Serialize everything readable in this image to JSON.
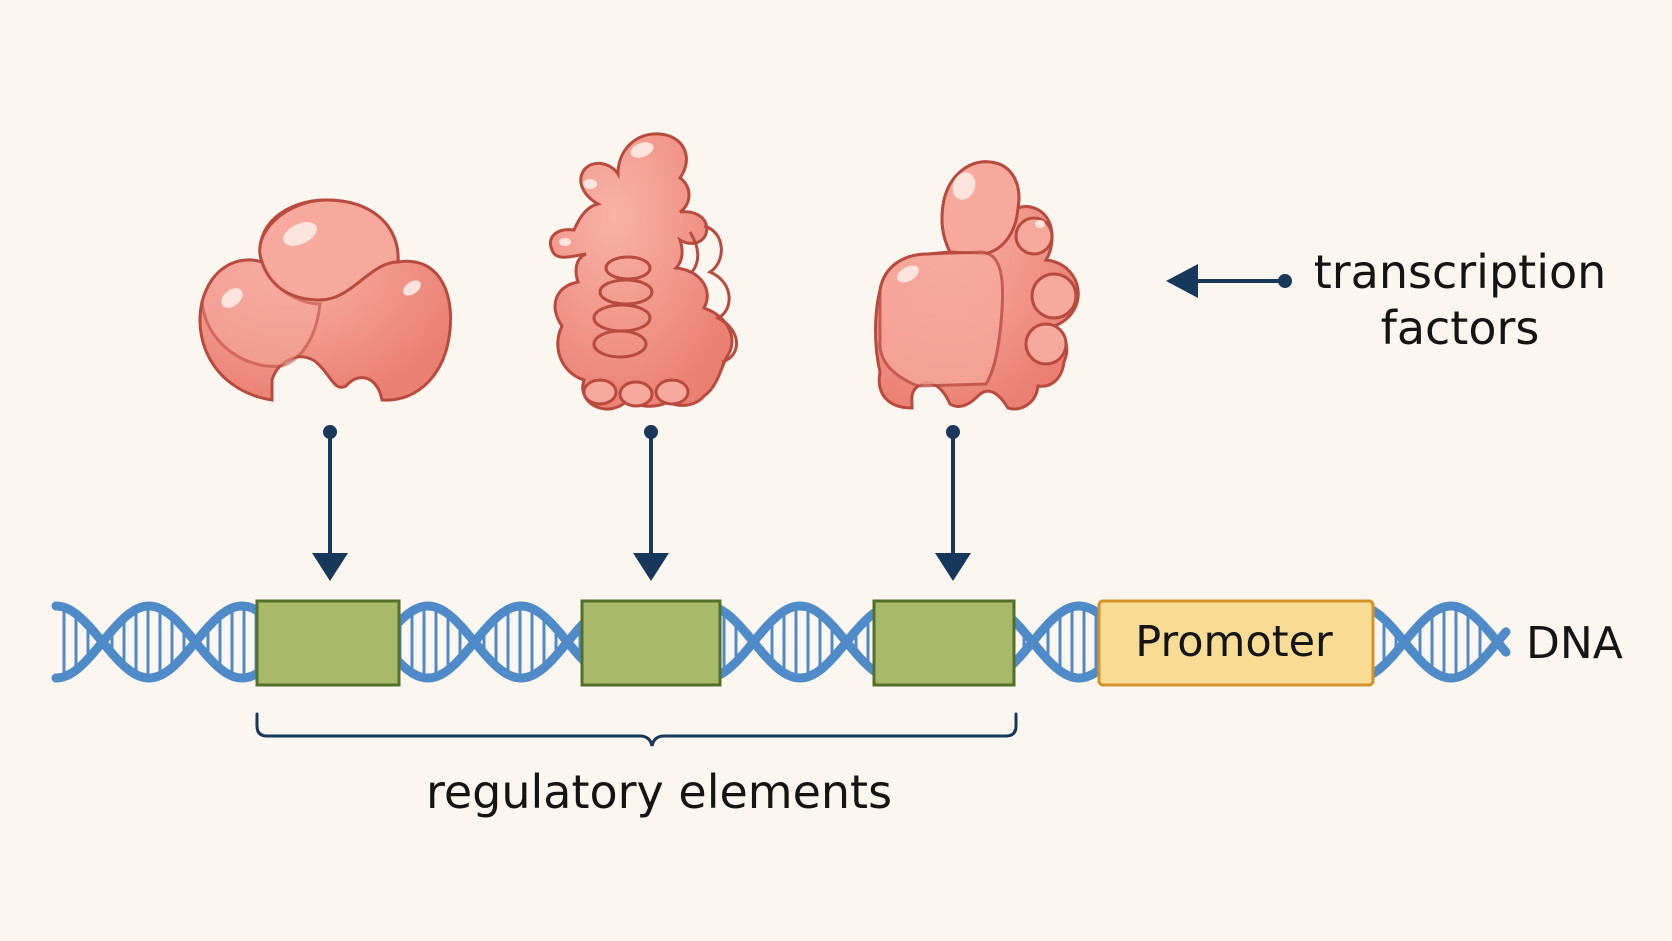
{
  "labels": {
    "transcription_factors": [
      "transcription",
      "factors"
    ],
    "dna": "DNA",
    "promoter": "Promoter",
    "regulatory_elements": "regulatory elements"
  },
  "colors": {
    "background": "#fcf6f1",
    "protein_fill": "#f2958a",
    "protein_outline": "#b84a3e",
    "dna_strand": "#4f8bc9",
    "regulatory_box": "#a8b96a",
    "regulatory_outline": "#52702a",
    "promoter_box": "#f8dc94",
    "promoter_outline": "#d4922a",
    "arrow": "#17385a"
  },
  "icons": [
    "protein-globular-icon",
    "protein-helical-icon",
    "protein-lobed-icon"
  ]
}
